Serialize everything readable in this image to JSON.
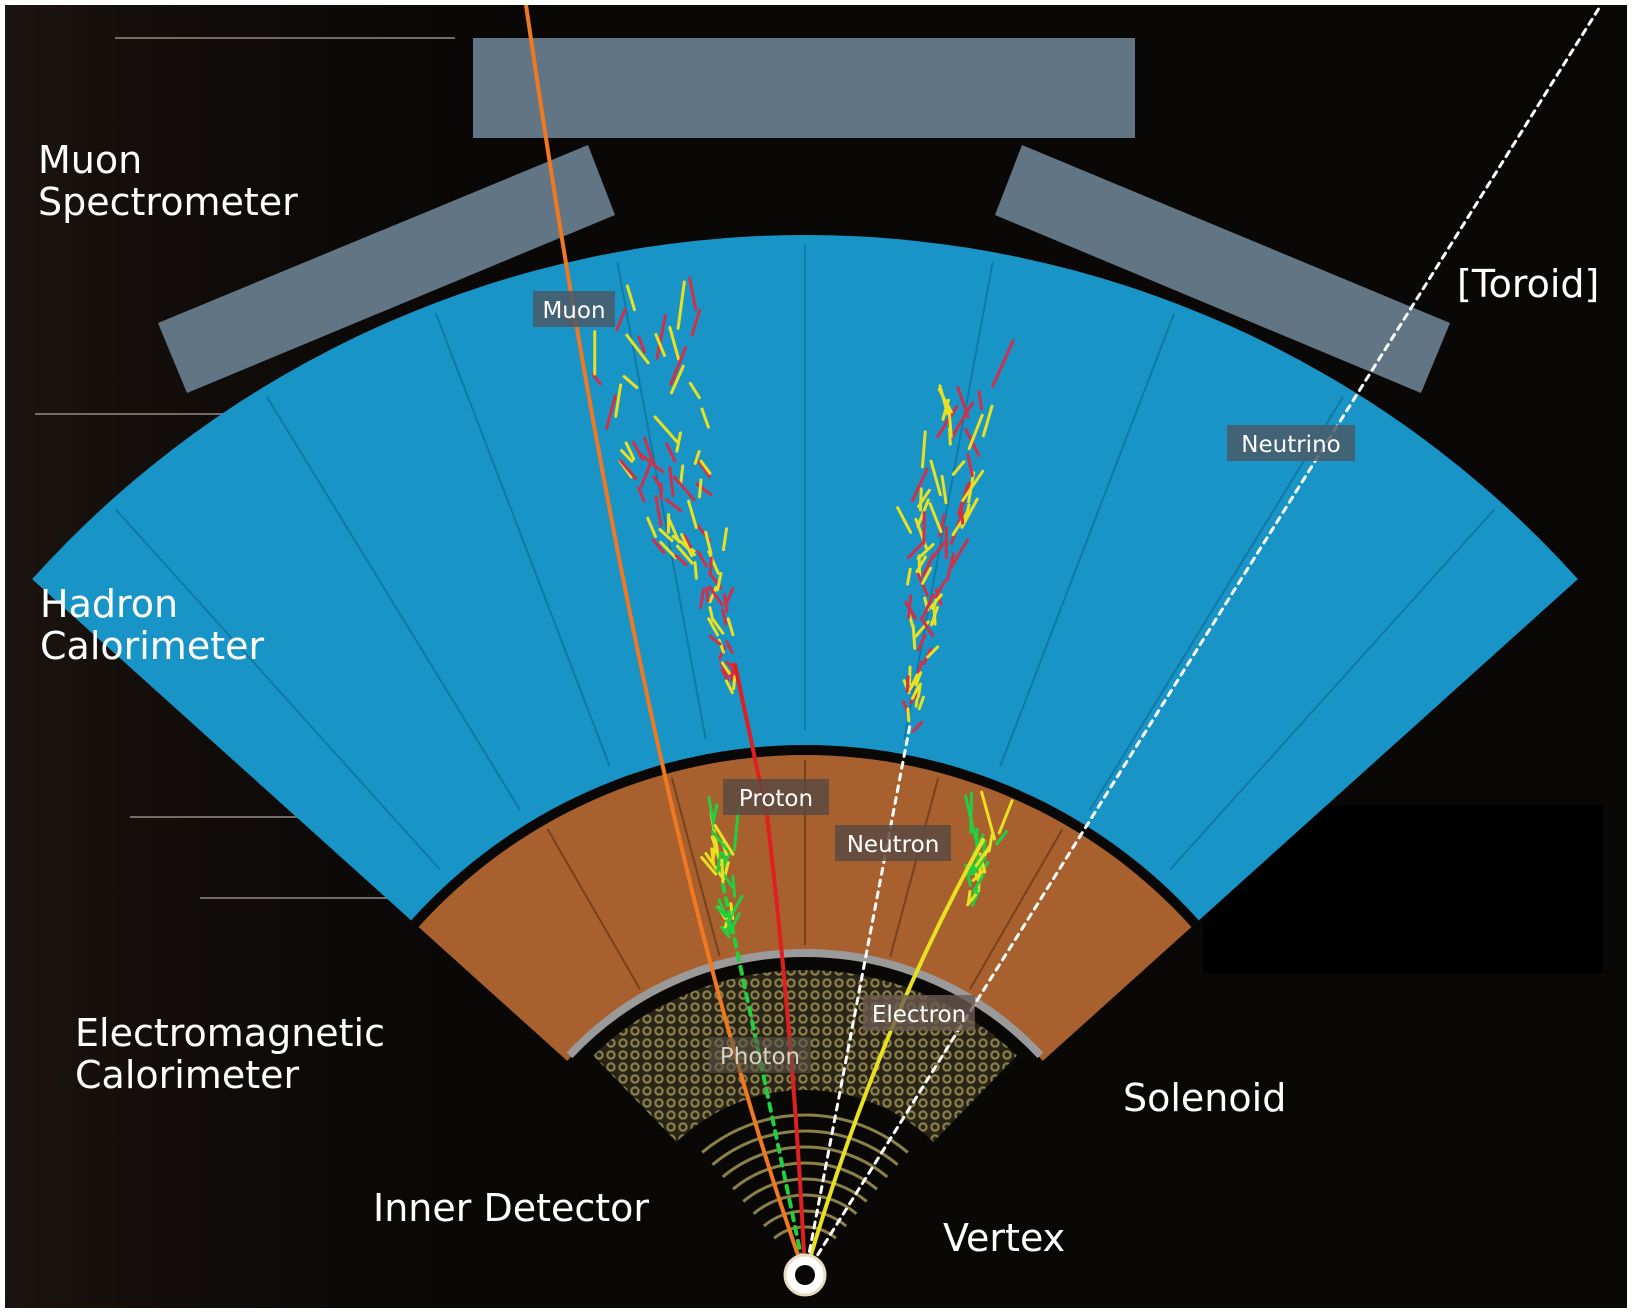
{
  "colors": {
    "background": "#0a0807",
    "muon_chambers": "#627584",
    "hadron_calorimeter": "#1894c6",
    "em_calorimeter": "#a9602f",
    "inner_detector": "#8a8048",
    "solenoid": "#9a9a9a",
    "muon_track": "#f07820",
    "proton_track": "#e02020",
    "electron_track": "#e8e020",
    "photon_track": "#20d040",
    "neutral_track": "#ffffff",
    "shower_hadron": "#d0304a",
    "shower_em": "#e8e020",
    "tag_background": "#4a5a66"
  },
  "labels": {
    "muon_spectrometer": "Muon\nSpectrometer",
    "toroid": "[Toroid]",
    "hadron_calorimeter": "Hadron\nCalorimeter",
    "em_calorimeter": "Electromagnetic\nCalorimeter",
    "solenoid": "Solenoid",
    "inner_detector": "Inner Detector",
    "vertex": "Vertex"
  },
  "tags": {
    "muon": "Muon",
    "neutrino": "Neutrino",
    "proton": "Proton",
    "neutron": "Neutron",
    "electron": "Electron",
    "photon": "Photon"
  }
}
